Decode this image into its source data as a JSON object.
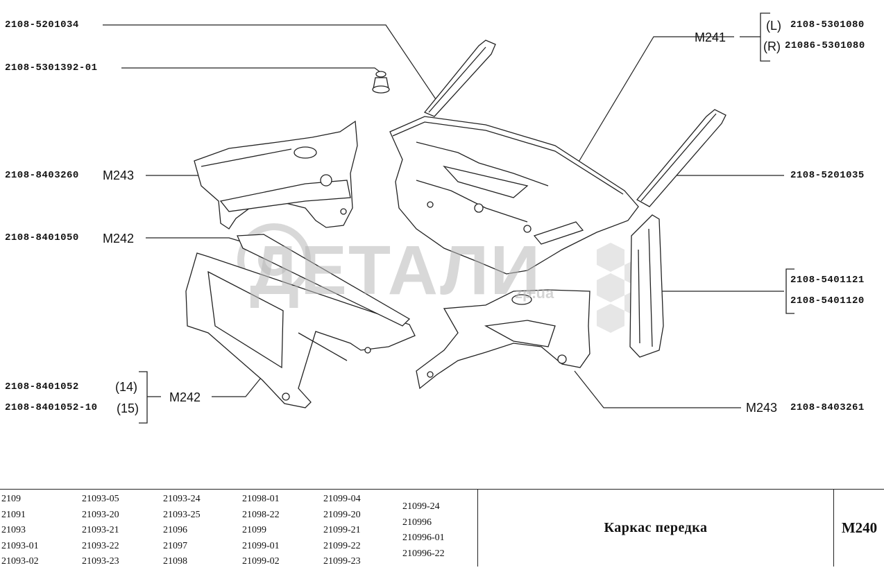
{
  "parts": {
    "p1": "2108-5201034",
    "p2": "2108-5301392-01",
    "p3": "2108-8403260",
    "p4": "2108-8401050",
    "p5": "2108-8401052",
    "p6": "2108-8401052-10",
    "p7": "2108-5301080",
    "p8": "21086-5301080",
    "p9": "2108-5201035",
    "p10": "2108-5401121",
    "p11": "2108-5401120",
    "p12": "2108-8403261"
  },
  "refs": {
    "m243_left": "M243",
    "m242_upper": "M242",
    "m242_lower": "M242",
    "m241": "M241",
    "m243_right": "M243",
    "left_marker": "(L)",
    "right_marker": "(R)",
    "qty_14": "(14)",
    "qty_15": "(15)"
  },
  "watermark": {
    "brand": "ДЕТАЛИ",
    "domain": "zp.ua"
  },
  "footer": {
    "models_col1": [
      "2109",
      "21091",
      "21093",
      "21093-01",
      "21093-02"
    ],
    "models_col2": [
      "21093-05",
      "21093-20",
      "21093-21",
      "21093-22",
      "21093-23"
    ],
    "models_col3": [
      "21093-24",
      "21093-25",
      "21096",
      "21097",
      "21098"
    ],
    "models_col4": [
      "21098-01",
      "21098-22",
      "21099",
      "21099-01",
      "21099-02"
    ],
    "models_col5": [
      "21099-04",
      "21099-20",
      "21099-21",
      "21099-22",
      "21099-23"
    ],
    "models_col6": [
      "21099-24",
      "210996",
      "210996-01",
      "210996-22"
    ],
    "title": "Каркас передка",
    "code": "M240"
  },
  "colors": {
    "line": "#222222",
    "watermark": "#b9b9b9"
  }
}
